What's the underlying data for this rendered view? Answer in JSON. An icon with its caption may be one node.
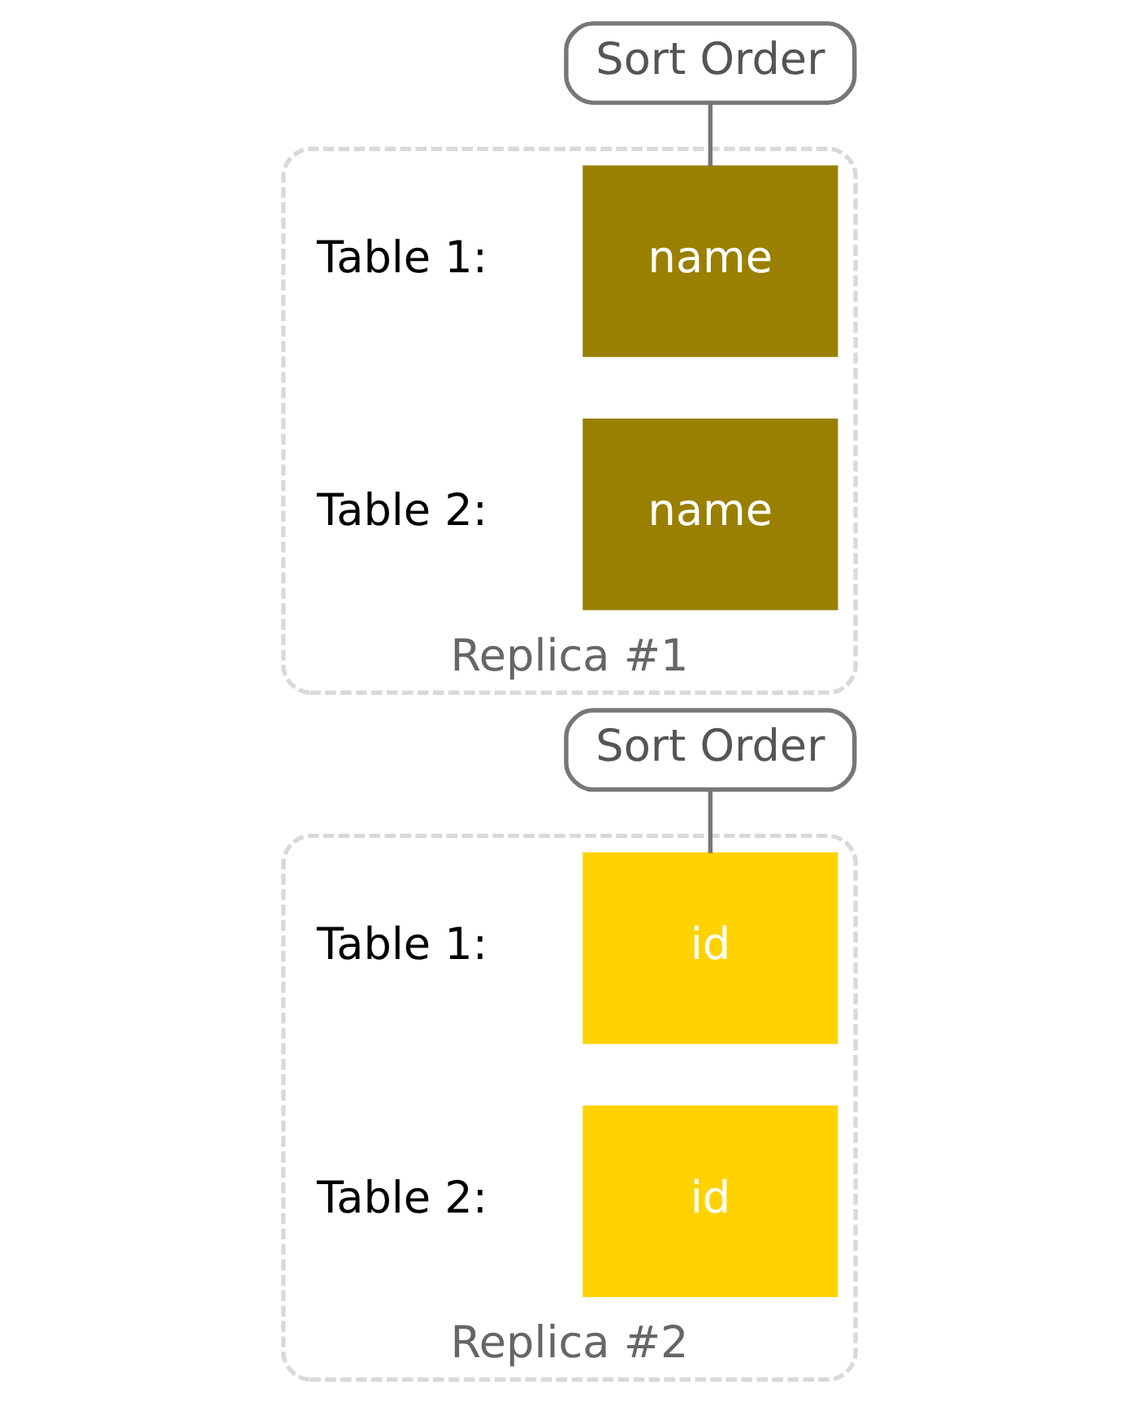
{
  "diagram": {
    "nodes": [
      {
        "text": [
          "Sort Order"
        ]
      },
      {
        "text": [
          "Replica #1"
        ]
      },
      {
        "text": [
          "name"
        ],
        "beside": [
          "Table 1:"
        ],
        "in": 1
      },
      {
        "text": [
          "name"
        ],
        "beside": [
          "Table 2:"
        ],
        "in": 1
      },
      {
        "text": [
          "Sort Order"
        ]
      },
      {
        "text": [
          "Replica #2"
        ]
      },
      {
        "text": [
          "id"
        ],
        "beside": [
          "Table 1:"
        ],
        "in": 5
      },
      {
        "text": [
          "id"
        ],
        "beside": [
          "Table 2:"
        ],
        "in": 5
      }
    ],
    "edges": [
      {
        "from": 0,
        "to": 2,
        "arrow": "none"
      },
      {
        "from": 4,
        "to": 6,
        "arrow": "none"
      }
    ]
  }
}
